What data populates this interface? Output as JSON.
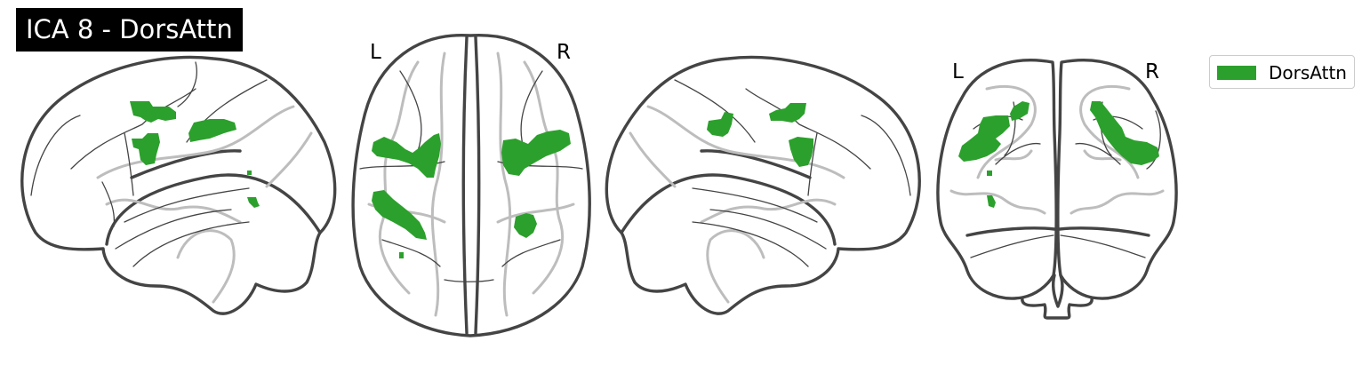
{
  "title": "ICA 8 - DorsAttn",
  "orientation_labels": {
    "axial_left": "L",
    "axial_right": "R",
    "coronal_left": "L",
    "coronal_right": "R"
  },
  "legend": {
    "entries": [
      {
        "label": "DorsAttn",
        "color": "#2ca02c"
      }
    ]
  },
  "colors": {
    "network": "#2ca02c",
    "outline": "#444444",
    "gyri": "#bdbdbd",
    "title_background": "#000000",
    "title_text": "#ffffff"
  }
}
